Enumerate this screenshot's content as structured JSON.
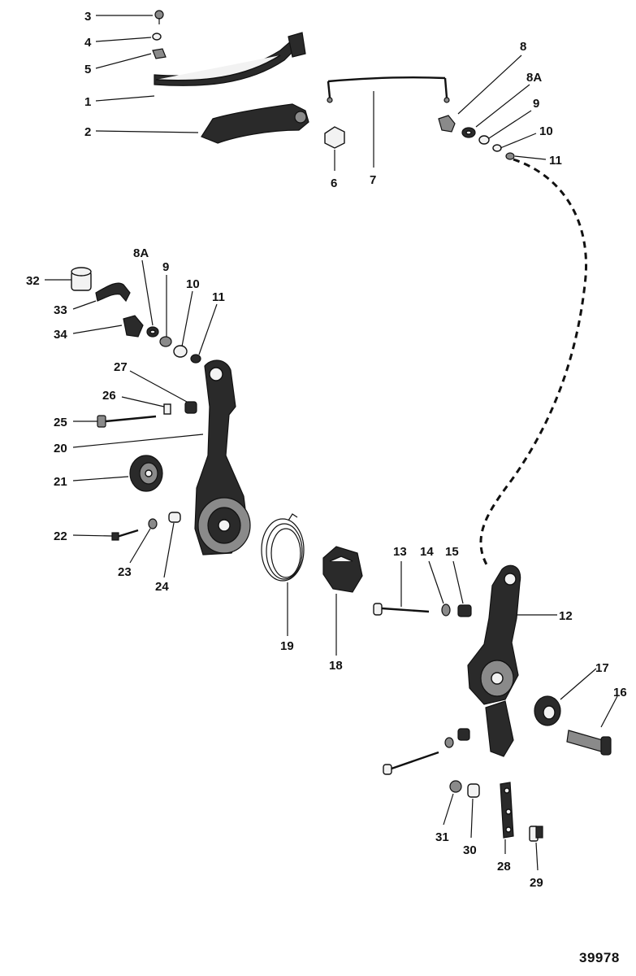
{
  "figure_number": "39978",
  "callouts": [
    "3",
    "4",
    "5",
    "1",
    "2",
    "6",
    "7",
    "8",
    "8A",
    "9",
    "10",
    "11",
    "32",
    "33",
    "34",
    "8A",
    "9",
    "10",
    "11",
    "27",
    "26",
    "25",
    "20",
    "21",
    "22",
    "23",
    "24",
    "19",
    "18",
    "13",
    "14",
    "15",
    "12",
    "17",
    "16",
    "31",
    "30",
    "28",
    "29"
  ]
}
